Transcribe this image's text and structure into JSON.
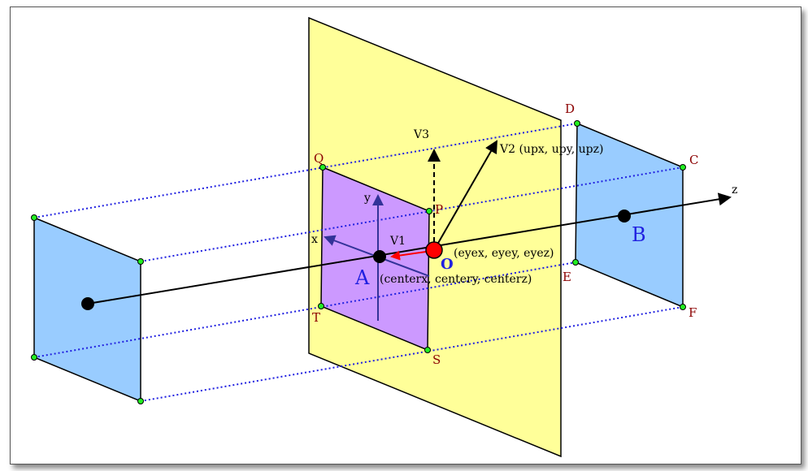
{
  "labels": {
    "z": "z",
    "x": "x",
    "y": "y",
    "v1": "V1",
    "v2": "V2 (upx, upy, upz)",
    "v3": "V3",
    "eye": "(eyex, eyey, eyez)",
    "center": "(centerx, centery, centerz)",
    "o": "O",
    "a": "A",
    "b": "B",
    "q": "Q",
    "p": "P",
    "s": "S",
    "t": "T",
    "d": "D",
    "c": "C",
    "e": "E",
    "f": "F"
  },
  "colors": {
    "plane": "#ffff99",
    "near": "#cc99ff",
    "far": "#99ccff",
    "dotted": "#2020e0",
    "vertex": "#22ee22",
    "eye": "#ff0000",
    "axes": "#333399"
  }
}
